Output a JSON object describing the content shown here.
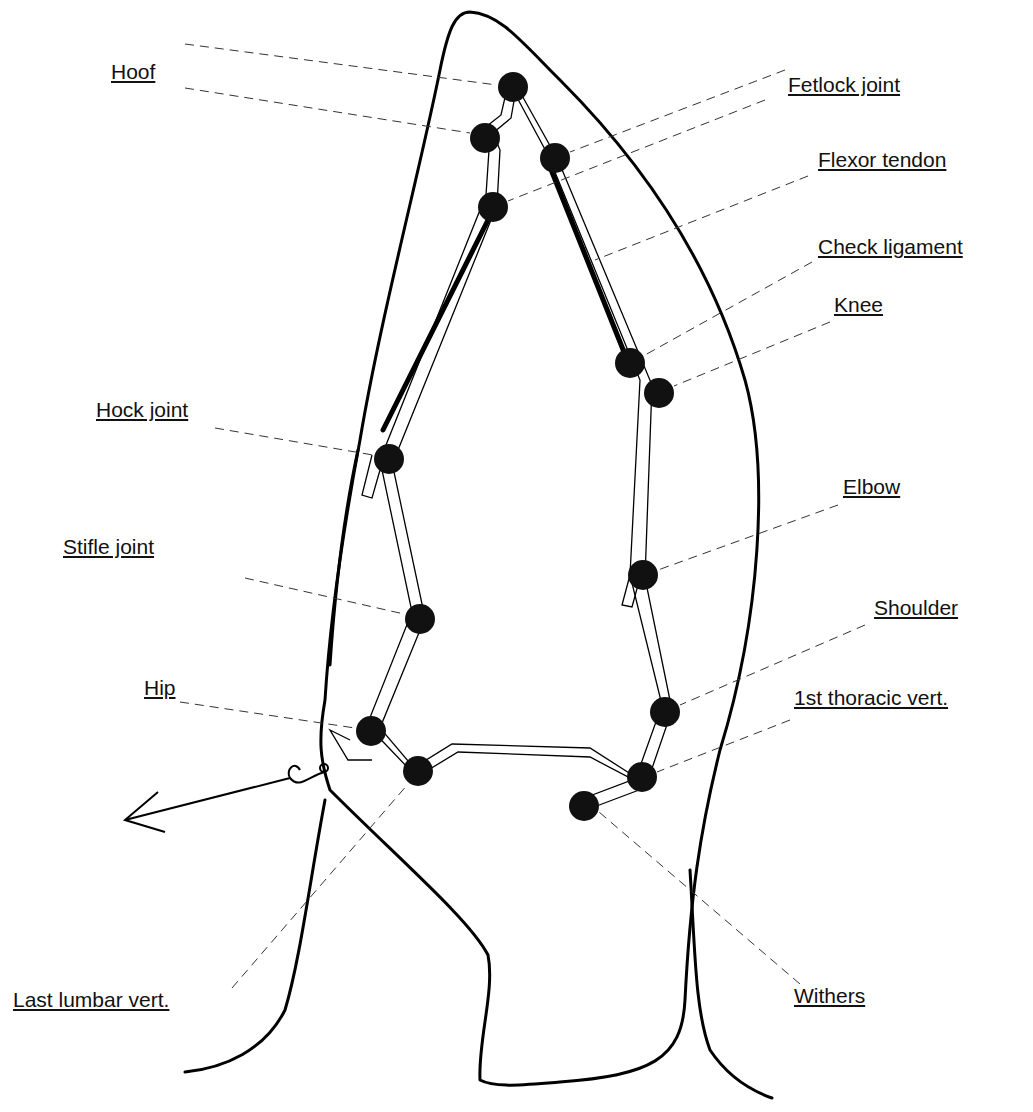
{
  "diagram": {
    "labels": [
      "Hoof",
      "Fetlock joint",
      "Flexor tendon",
      "Check ligament",
      "Knee",
      "Hock joint",
      "Elbow",
      "Stifle joint",
      "Shoulder",
      "Hip",
      "1st thoracic vert.",
      "Last lumbar vert.",
      "Withers"
    ]
  }
}
